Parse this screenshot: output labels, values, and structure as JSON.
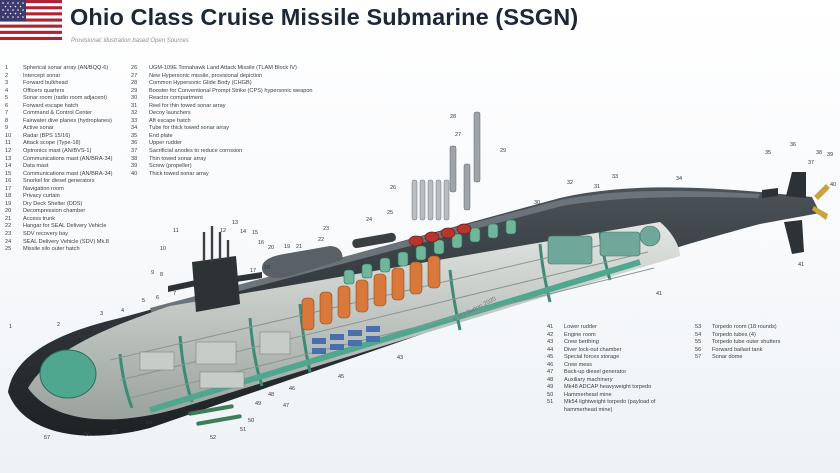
{
  "title": "Ohio Class Cruise Missile Submarine (SSGN)",
  "subtitle": "Provisional; illustration based Open Sources",
  "credit": "© H I Sutton 2020",
  "colors": {
    "hull_dark": "#2b3034",
    "hull_mid": "#4a5157",
    "interior_green": "#4fa78f",
    "missile_red": "#b8352d",
    "tube_orange": "#d8783a",
    "blue": "#4a6fae"
  },
  "legend_left": [
    {
      "n": "1",
      "t": "Spherical sonar array (AN/BQQ-6)"
    },
    {
      "n": "2",
      "t": "Intercept sonar"
    },
    {
      "n": "3",
      "t": "Forward bulkhead"
    },
    {
      "n": "4",
      "t": "Officers quarters"
    },
    {
      "n": "5",
      "t": "Sonar room (radio room adjacent)"
    },
    {
      "n": "6",
      "t": "Forward escape hatch"
    },
    {
      "n": "7",
      "t": "Command & Control Center"
    },
    {
      "n": "8",
      "t": "Fairwater dive planes (hydroplanes)"
    },
    {
      "n": "9",
      "t": "Active sonar"
    },
    {
      "n": "10",
      "t": "Radar (BPS 15/16)"
    },
    {
      "n": "11",
      "t": "Attack scope (Type-18)"
    },
    {
      "n": "12",
      "t": "Optronics mast (AN/BVS-1)"
    },
    {
      "n": "13",
      "t": "Communications mast (AN/BRA-34)"
    },
    {
      "n": "14",
      "t": "Data mast"
    },
    {
      "n": "15",
      "t": "Communications mast (AN/BRA-34)"
    },
    {
      "n": "16",
      "t": "Snorkel for diesel generators"
    },
    {
      "n": "17",
      "t": "Navigation room"
    },
    {
      "n": "18",
      "t": "Privacy curtain"
    },
    {
      "n": "19",
      "t": "Dry Deck Shelter (DDS)"
    },
    {
      "n": "20",
      "t": "Decompression chamber"
    },
    {
      "n": "21",
      "t": "Access trunk"
    },
    {
      "n": "22",
      "t": "Hangar for SEAL Delivery Vehicle"
    },
    {
      "n": "23",
      "t": "SDV recovery bay"
    },
    {
      "n": "24",
      "t": "SEAL Delivery Vehicle (SDV) Mk.8"
    },
    {
      "n": "25",
      "t": "Missile silo outer hatch"
    }
  ],
  "legend_mid": [
    {
      "n": "26",
      "t": "UGM-109E Tomahawk Land Attack Missile (TLAM Block IV)"
    },
    {
      "n": "27",
      "t": "New Hypersonic missile, provisional depiction"
    },
    {
      "n": "28",
      "t": "Common Hypersonic Glide Body (CHGB)"
    },
    {
      "n": "29",
      "t": "Booster for Conventional Prompt Strike (CPS) hypersonic weapon"
    },
    {
      "n": "30",
      "t": "Reactor compartment"
    },
    {
      "n": "31",
      "t": "Reel for thin towed sonar array"
    },
    {
      "n": "32",
      "t": "Decoy launchers"
    },
    {
      "n": "33",
      "t": "Aft escape hatch"
    },
    {
      "n": "34",
      "t": "Tube for thick towed sonar array"
    },
    {
      "n": "35",
      "t": "End plate"
    },
    {
      "n": "36",
      "t": "Upper rudder"
    },
    {
      "n": "37",
      "t": "Sacrificial anodes to reduce corrosion"
    },
    {
      "n": "38",
      "t": "Thin towed sonar array"
    },
    {
      "n": "39",
      "t": "Screw (propeller)"
    },
    {
      "n": "40",
      "t": "Thick towed sonar array"
    }
  ],
  "legend_bottom_1": [
    {
      "n": "41",
      "t": "Lower rudder"
    },
    {
      "n": "42",
      "t": "Engine room"
    },
    {
      "n": "43",
      "t": "Crew berthing"
    },
    {
      "n": "44",
      "t": "Diver lock-out chamber"
    },
    {
      "n": "45",
      "t": "Special forces storage"
    },
    {
      "n": "46",
      "t": "Crew mess"
    },
    {
      "n": "47",
      "t": "Back-up diesel generator"
    },
    {
      "n": "48",
      "t": "Auxiliary machinery"
    },
    {
      "n": "49",
      "t": "Mk48 ADCAP heavyweight torpedo"
    },
    {
      "n": "50",
      "t": "Hammerhead mine"
    },
    {
      "n": "51",
      "t": "Mk54 lightweight torpedo (payload of"
    },
    {
      "n": "",
      "t": "hammerhead mine)"
    }
  ],
  "legend_bottom_2": [
    {
      "n": "53",
      "t": "Torpedo room (18 rounds)"
    },
    {
      "n": "54",
      "t": "Torpedo tubes (4)"
    },
    {
      "n": "55",
      "t": "Torpedo tube outer shutters"
    },
    {
      "n": "56",
      "t": "Forward ballast tank"
    },
    {
      "n": "57",
      "t": "Sonar dome"
    }
  ],
  "callouts": {
    "c1": "1",
    "c2": "2",
    "c3": "3",
    "c4": "4",
    "c5": "5",
    "c6": "6",
    "c7": "7",
    "c8": "8",
    "c9": "9",
    "c10": "10",
    "c11": "11",
    "c12": "12",
    "c13": "13",
    "c14": "14",
    "c15": "15",
    "c16": "16",
    "c17": "17",
    "c18": "18",
    "c19": "19",
    "c20": "20",
    "c21": "21",
    "c22": "22",
    "c23": "23",
    "c24": "24",
    "c25": "25",
    "c26": "26",
    "c27": "27",
    "c28": "28",
    "c29": "29",
    "c30": "30",
    "c31": "31",
    "c32": "32",
    "c33": "33",
    "c34": "34",
    "c35": "35",
    "c36": "36",
    "c37": "37",
    "c38": "38",
    "c39": "39",
    "c40": "40",
    "c41": "41",
    "c41b": "41",
    "c43": "43",
    "c45": "45",
    "c46": "46",
    "c47": "47",
    "c48": "48",
    "c49": "49",
    "c50": "50",
    "c51": "51",
    "c52": "52",
    "c53": "53",
    "c54": "54",
    "c55": "55",
    "c56": "56",
    "c57": "57"
  }
}
